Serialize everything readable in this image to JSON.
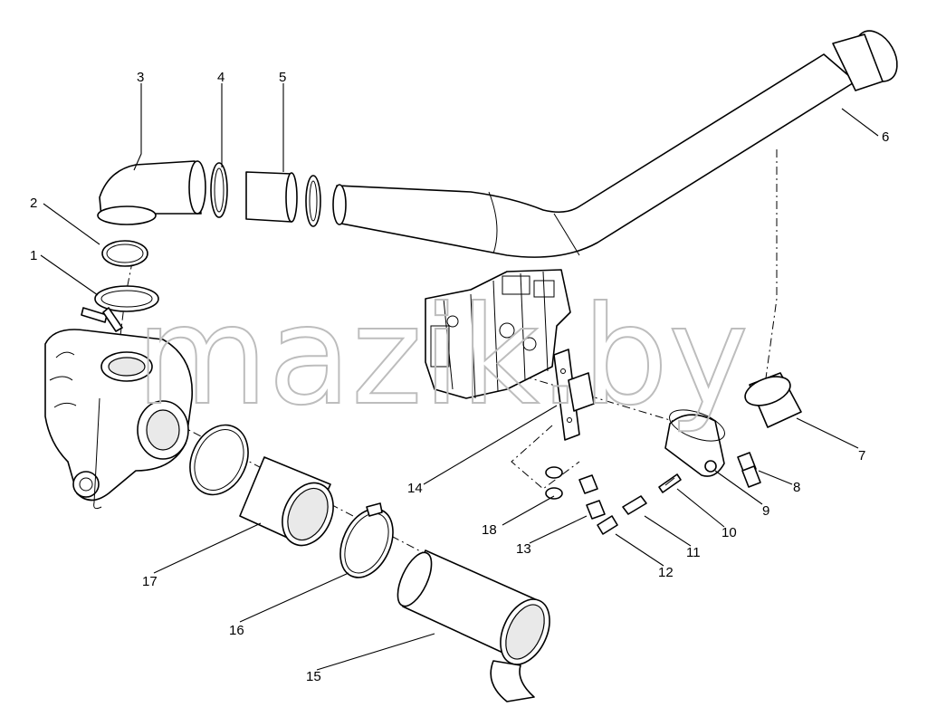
{
  "watermark": "mazik.by",
  "callouts": [
    "1",
    "2",
    "3",
    "4",
    "5",
    "6",
    "7",
    "8",
    "9",
    "10",
    "11",
    "12",
    "13",
    "14",
    "15",
    "16",
    "17",
    "18"
  ]
}
